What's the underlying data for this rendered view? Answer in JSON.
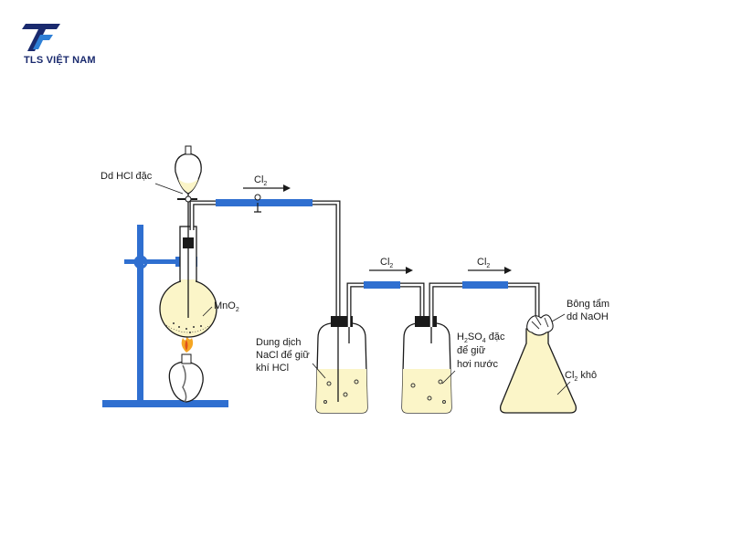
{
  "brand": {
    "name": "TLS VIỆT NAM",
    "colors": {
      "primary": "#1a2a6e",
      "accent": "#2e7fd6"
    }
  },
  "diagram": {
    "labels": {
      "hcl": "Dd HCl đặc",
      "mno2_main": "MnO",
      "mno2_sub": "2",
      "cl2_main": "Cl",
      "cl2_sub": "2",
      "nacl_line1": "Dung dịch",
      "nacl_line2": "NaCl để giữ",
      "nacl_line3": "khí HCl",
      "h2so4_a": "H",
      "h2so4_a_sub": "2",
      "h2so4_b": "SO",
      "h2so4_b_sub": "4",
      "h2so4_c": " đặc",
      "h2so4_line2": "để giữ",
      "h2so4_line3": "hơi nước",
      "cotton_line1": "Bông tẩm",
      "cotton_line2": "dd NaOH",
      "dry_main": "Cl",
      "dry_sub": "2",
      "dry_suffix": " khô"
    },
    "colors": {
      "liquid": "#fbf5c8",
      "glass": "#1a1a1a",
      "stand": "#2f6fd0",
      "tube_seal": "#2f6fd0",
      "stopper": "#1a1a1a",
      "flame": "#f5a623"
    }
  }
}
